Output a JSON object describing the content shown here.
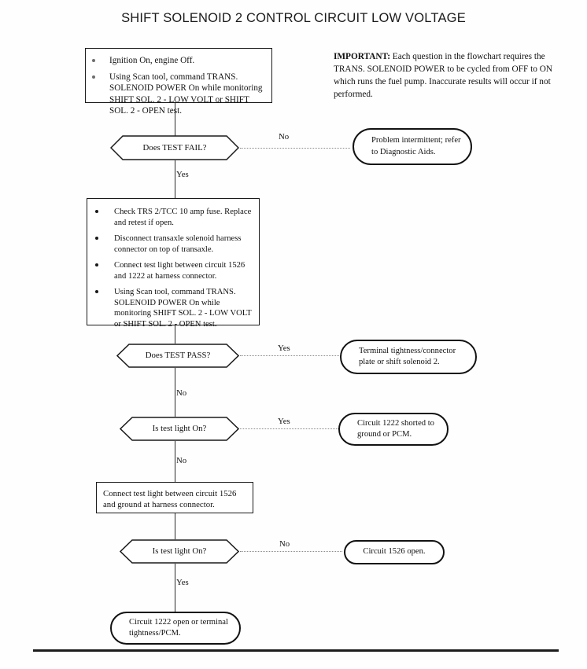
{
  "document": {
    "title": "SHIFT SOLENOID 2 CONTROL CIRCUIT LOW VOLTAGE",
    "type": "diagnostic-flowchart"
  },
  "note": {
    "lead": "IMPORTANT:",
    "body": " Each question in the flowchart requires the TRANS. SOLENOID POWER to be cycled from OFF to ON which runs the fuel pump. Inaccurate results will occur if not performed."
  },
  "flow": {
    "box_ignition": {
      "items": [
        "Ignition On, engine Off.",
        "Using Scan tool, command TRANS. SOLENOID POWER On while monitoring SHIFT SOL. 2 - LOW VOLT or SHIFT SOL. 2 - OPEN test."
      ]
    },
    "decision_test_fail": {
      "label": "Does TEST FAIL?"
    },
    "term_intermittent": {
      "label": "Problem intermittent; refer to Diagnostic Aids."
    },
    "box_checks": {
      "items": [
        "Check TRS 2/TCC 10 amp fuse. Replace and retest if open.",
        "Disconnect transaxle solenoid harness connector on top of transaxle.",
        "Connect test light between circuit 1526 and 1222 at harness connector.",
        "Using Scan tool, command TRANS. SOLENOID POWER On while monitoring SHIFT SOL. 2 - LOW VOLT or SHIFT SOL. 2 - OPEN test."
      ]
    },
    "decision_test_pass": {
      "label": "Does TEST PASS?"
    },
    "term_terminal_tightness": {
      "label": "Terminal tightness/connector plate or shift solenoid 2."
    },
    "decision_light_on_1": {
      "label": "Is test light On?"
    },
    "term_1222_shorted": {
      "label": "Circuit 1222 shorted to ground or PCM."
    },
    "box_connect_ground": {
      "text": "Connect test light between circuit 1526 and ground at harness connector."
    },
    "decision_light_on_2": {
      "label": "Is test light On?"
    },
    "term_1526_open": {
      "label": "Circuit 1526 open."
    },
    "term_1222_open": {
      "label": "Circuit 1222 open or terminal tightness/PCM."
    }
  },
  "edges": {
    "fail_no": "No",
    "fail_yes": "Yes",
    "pass_yes": "Yes",
    "pass_no": "No",
    "light1_yes": "Yes",
    "light1_no": "No",
    "light2_no": "No",
    "light2_yes": "Yes"
  },
  "colors": {
    "ink": "#1a1a1a",
    "paper": "#ffffff",
    "connector": "#2a2a2a",
    "dotted": "#8a8a8a"
  }
}
